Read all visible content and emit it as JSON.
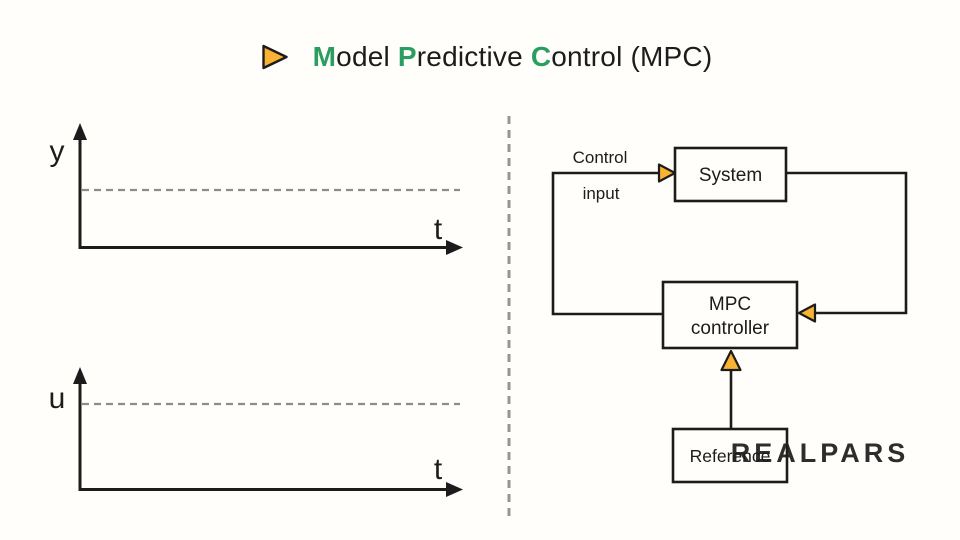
{
  "colors": {
    "accent_green": "#2a9d61",
    "accent_yellow": "#f9b233",
    "line_black": "#1c1c1c",
    "dash_gray": "#8c8c8c",
    "divider_gray": "#959595",
    "watermark_gray": "#b4b4b4",
    "background": "#fffefa"
  },
  "title": {
    "parts": [
      {
        "text": "M"
      },
      {
        "text": "odel "
      },
      {
        "text": "P"
      },
      {
        "text": "redictive "
      },
      {
        "text": "C"
      },
      {
        "text": "ontrol (MPC)"
      }
    ]
  },
  "plots": {
    "output_plot": {
      "y_axis_label": "y",
      "x_axis_label": "t"
    },
    "input_plot": {
      "y_axis_label": "u",
      "x_axis_label": "t"
    }
  },
  "diagram": {
    "control_input_label_line1": "Control",
    "control_input_label_line2": "input",
    "system_box_label": "System",
    "mpc_box_label_line1": "MPC",
    "mpc_box_label_line2": "controller",
    "reference_box_label": "Reference",
    "watermark": "REALPARS"
  }
}
